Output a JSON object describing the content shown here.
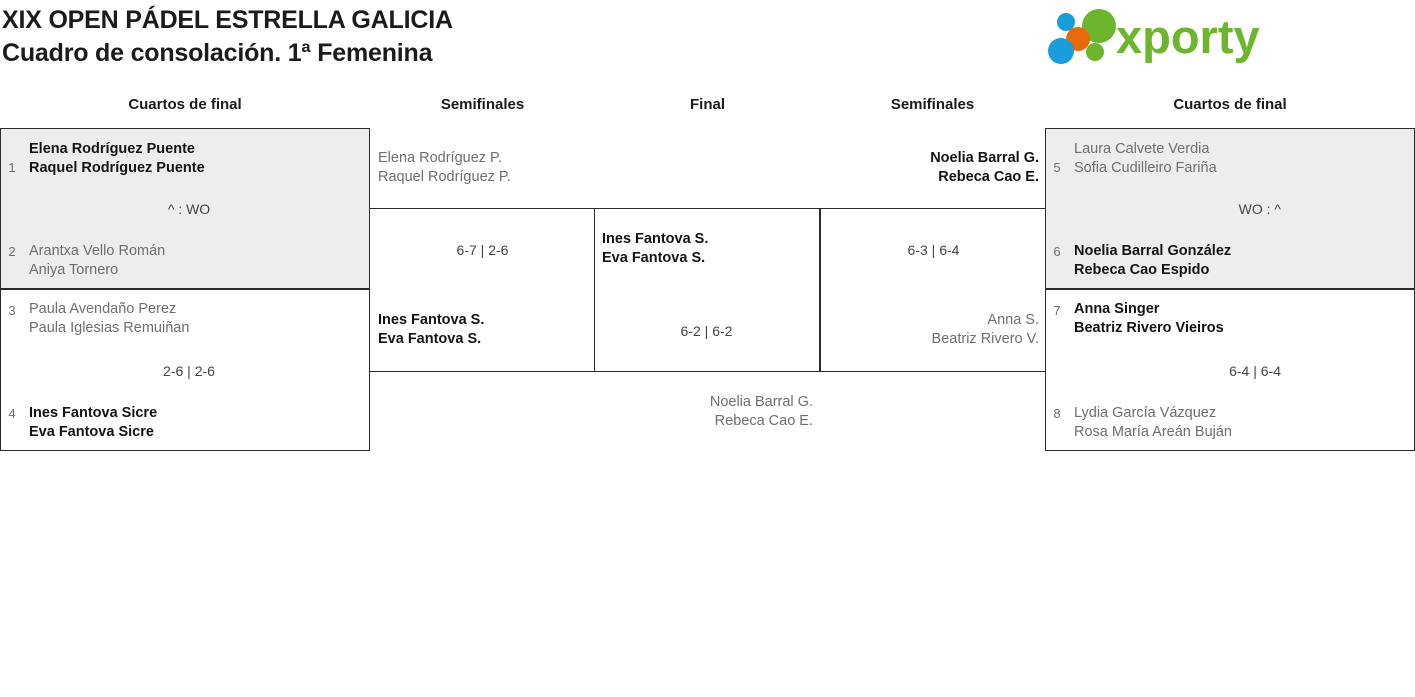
{
  "header": {
    "title_line1": "XIX OPEN PÁDEL ESTRELLA GALICIA",
    "title_line2": "Cuadro de consolación. 1ª Femenina",
    "logo_text": "xporty",
    "logo_colors": {
      "green": "#6cb52d",
      "orange": "#e8690b",
      "blue": "#1b9dd9"
    }
  },
  "rounds": {
    "left_qf": "Cuartos de final",
    "left_sf": "Semifinales",
    "final": "Final",
    "right_sf": "Semifinales",
    "right_qf": "Cuartos de final"
  },
  "left_quarterfinals": [
    {
      "top": {
        "seed": "1",
        "player1": "Elena Rodríguez Puente",
        "player2": "Raquel Rodríguez Puente",
        "winner": true
      },
      "bottom": {
        "seed": "2",
        "player1": "Arantxa Vello Román",
        "player2": "Aniya Tornero",
        "winner": false
      },
      "score": "^ : WO",
      "shaded": true
    },
    {
      "top": {
        "seed": "3",
        "player1": "Paula Avendaño Perez",
        "player2": "Paula Iglesias Remuiñan",
        "winner": false
      },
      "bottom": {
        "seed": "4",
        "player1": "Ines Fantova Sicre",
        "player2": "Eva Fantova Sicre",
        "winner": true
      },
      "score": "2-6 | 2-6",
      "shaded": false
    }
  ],
  "left_semifinal": {
    "top": {
      "player1": "Elena Rodríguez P.",
      "player2": "Raquel Rodríguez P.",
      "winner": false
    },
    "bottom": {
      "player1": "Ines Fantova S.",
      "player2": "Eva Fantova S.",
      "winner": true
    },
    "score": "6-7 | 2-6"
  },
  "final_match": {
    "top": {
      "player1": "Ines Fantova S.",
      "player2": "Eva Fantova S.",
      "winner": true
    },
    "bottom": {
      "player1": "Noelia Barral G.",
      "player2": "Rebeca Cao E.",
      "winner": false
    },
    "score": "6-2 | 6-2"
  },
  "right_semifinal": {
    "top": {
      "player1": "Noelia Barral G.",
      "player2": "Rebeca Cao E.",
      "winner": true
    },
    "bottom": {
      "player1": "Anna S.",
      "player2": "Beatriz Rivero V.",
      "winner": false
    },
    "score": "6-3 | 6-4"
  },
  "right_quarterfinals": [
    {
      "top": {
        "seed": "5",
        "player1": "Laura Calvete Verdia",
        "player2": "Sofia Cudilleiro Fariña",
        "winner": false
      },
      "bottom": {
        "seed": "6",
        "player1": "Noelia Barral González",
        "player2": "Rebeca Cao Espido",
        "winner": true
      },
      "score": "WO : ^",
      "shaded": true
    },
    {
      "top": {
        "seed": "7",
        "player1": "Anna Singer",
        "player2": "Beatriz Rivero Vieiros",
        "winner": true
      },
      "bottom": {
        "seed": "8",
        "player1": "Lydia García Vázquez",
        "player2": "Rosa María Areán Buján",
        "winner": false
      },
      "score": "6-4 | 6-4",
      "shaded": false
    }
  ]
}
